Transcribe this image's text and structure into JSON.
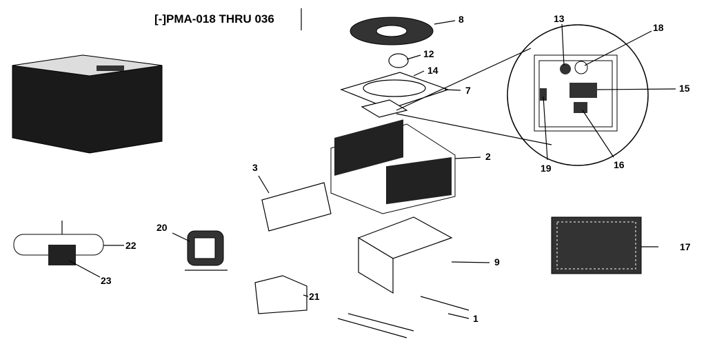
{
  "title": "[-]PMA-018 THRU 036",
  "callouts": {
    "c1": "1",
    "c2": "2",
    "c3": "3",
    "c7": "7",
    "c8": "8",
    "c9": "9",
    "c12": "12",
    "c13": "13",
    "c14": "14",
    "c15": "15",
    "c16": "16",
    "c17": "17",
    "c18": "18",
    "c19": "19",
    "c20": "20",
    "c21": "21",
    "c22": "22",
    "c23": "23"
  }
}
